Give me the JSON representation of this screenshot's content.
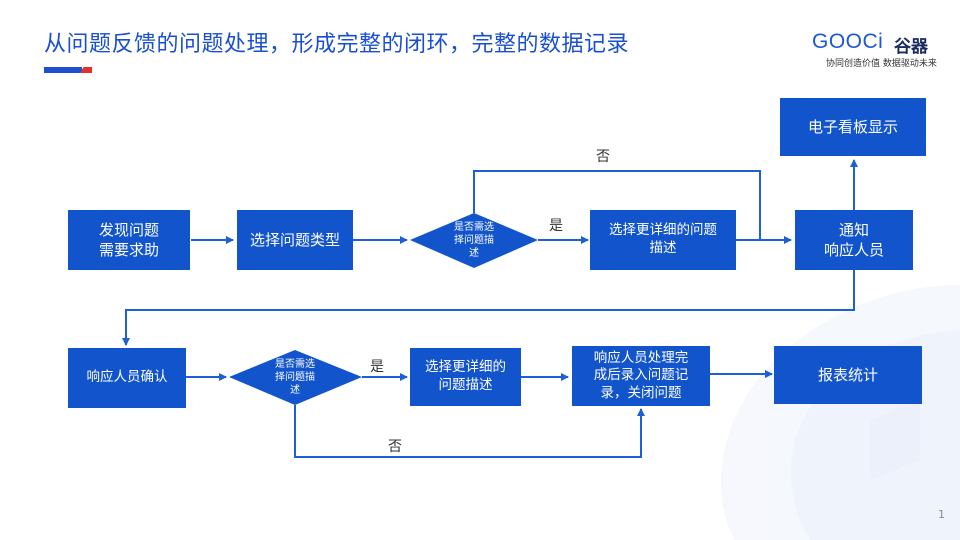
{
  "header": {
    "title": "从问题反馈的问题处理，形成完整的闭环，完整的数据记录",
    "logo_text": "GOOCi",
    "logo_cn": "谷器",
    "logo_slogan": "协同创造价值 数据驱动未来"
  },
  "page_number": "1",
  "colors": {
    "primary": "#1254cc",
    "arrow": "#1d5fd6",
    "title": "#1a4fd0",
    "accent_red": "#e2302b"
  },
  "nodes": {
    "discover": "发现问题\n需要求助",
    "select_type": "选择问题类型",
    "decision1": "是否需选\n择问题描\n述",
    "detail1": "选择更详细的问题\n描述",
    "notify": "通知\n响应人员",
    "display": "电子看板显示",
    "confirm": "响应人员确认",
    "decision2": "是否需选\n择问题描\n述",
    "detail2": "选择更详细的\n问题描述",
    "record": "响应人员处理完\n成后录入问题记\n录，关闭问题",
    "report": "报表统计"
  },
  "edge_labels": {
    "yes1": "是",
    "no1": "否",
    "yes2": "是",
    "no2": "否"
  }
}
